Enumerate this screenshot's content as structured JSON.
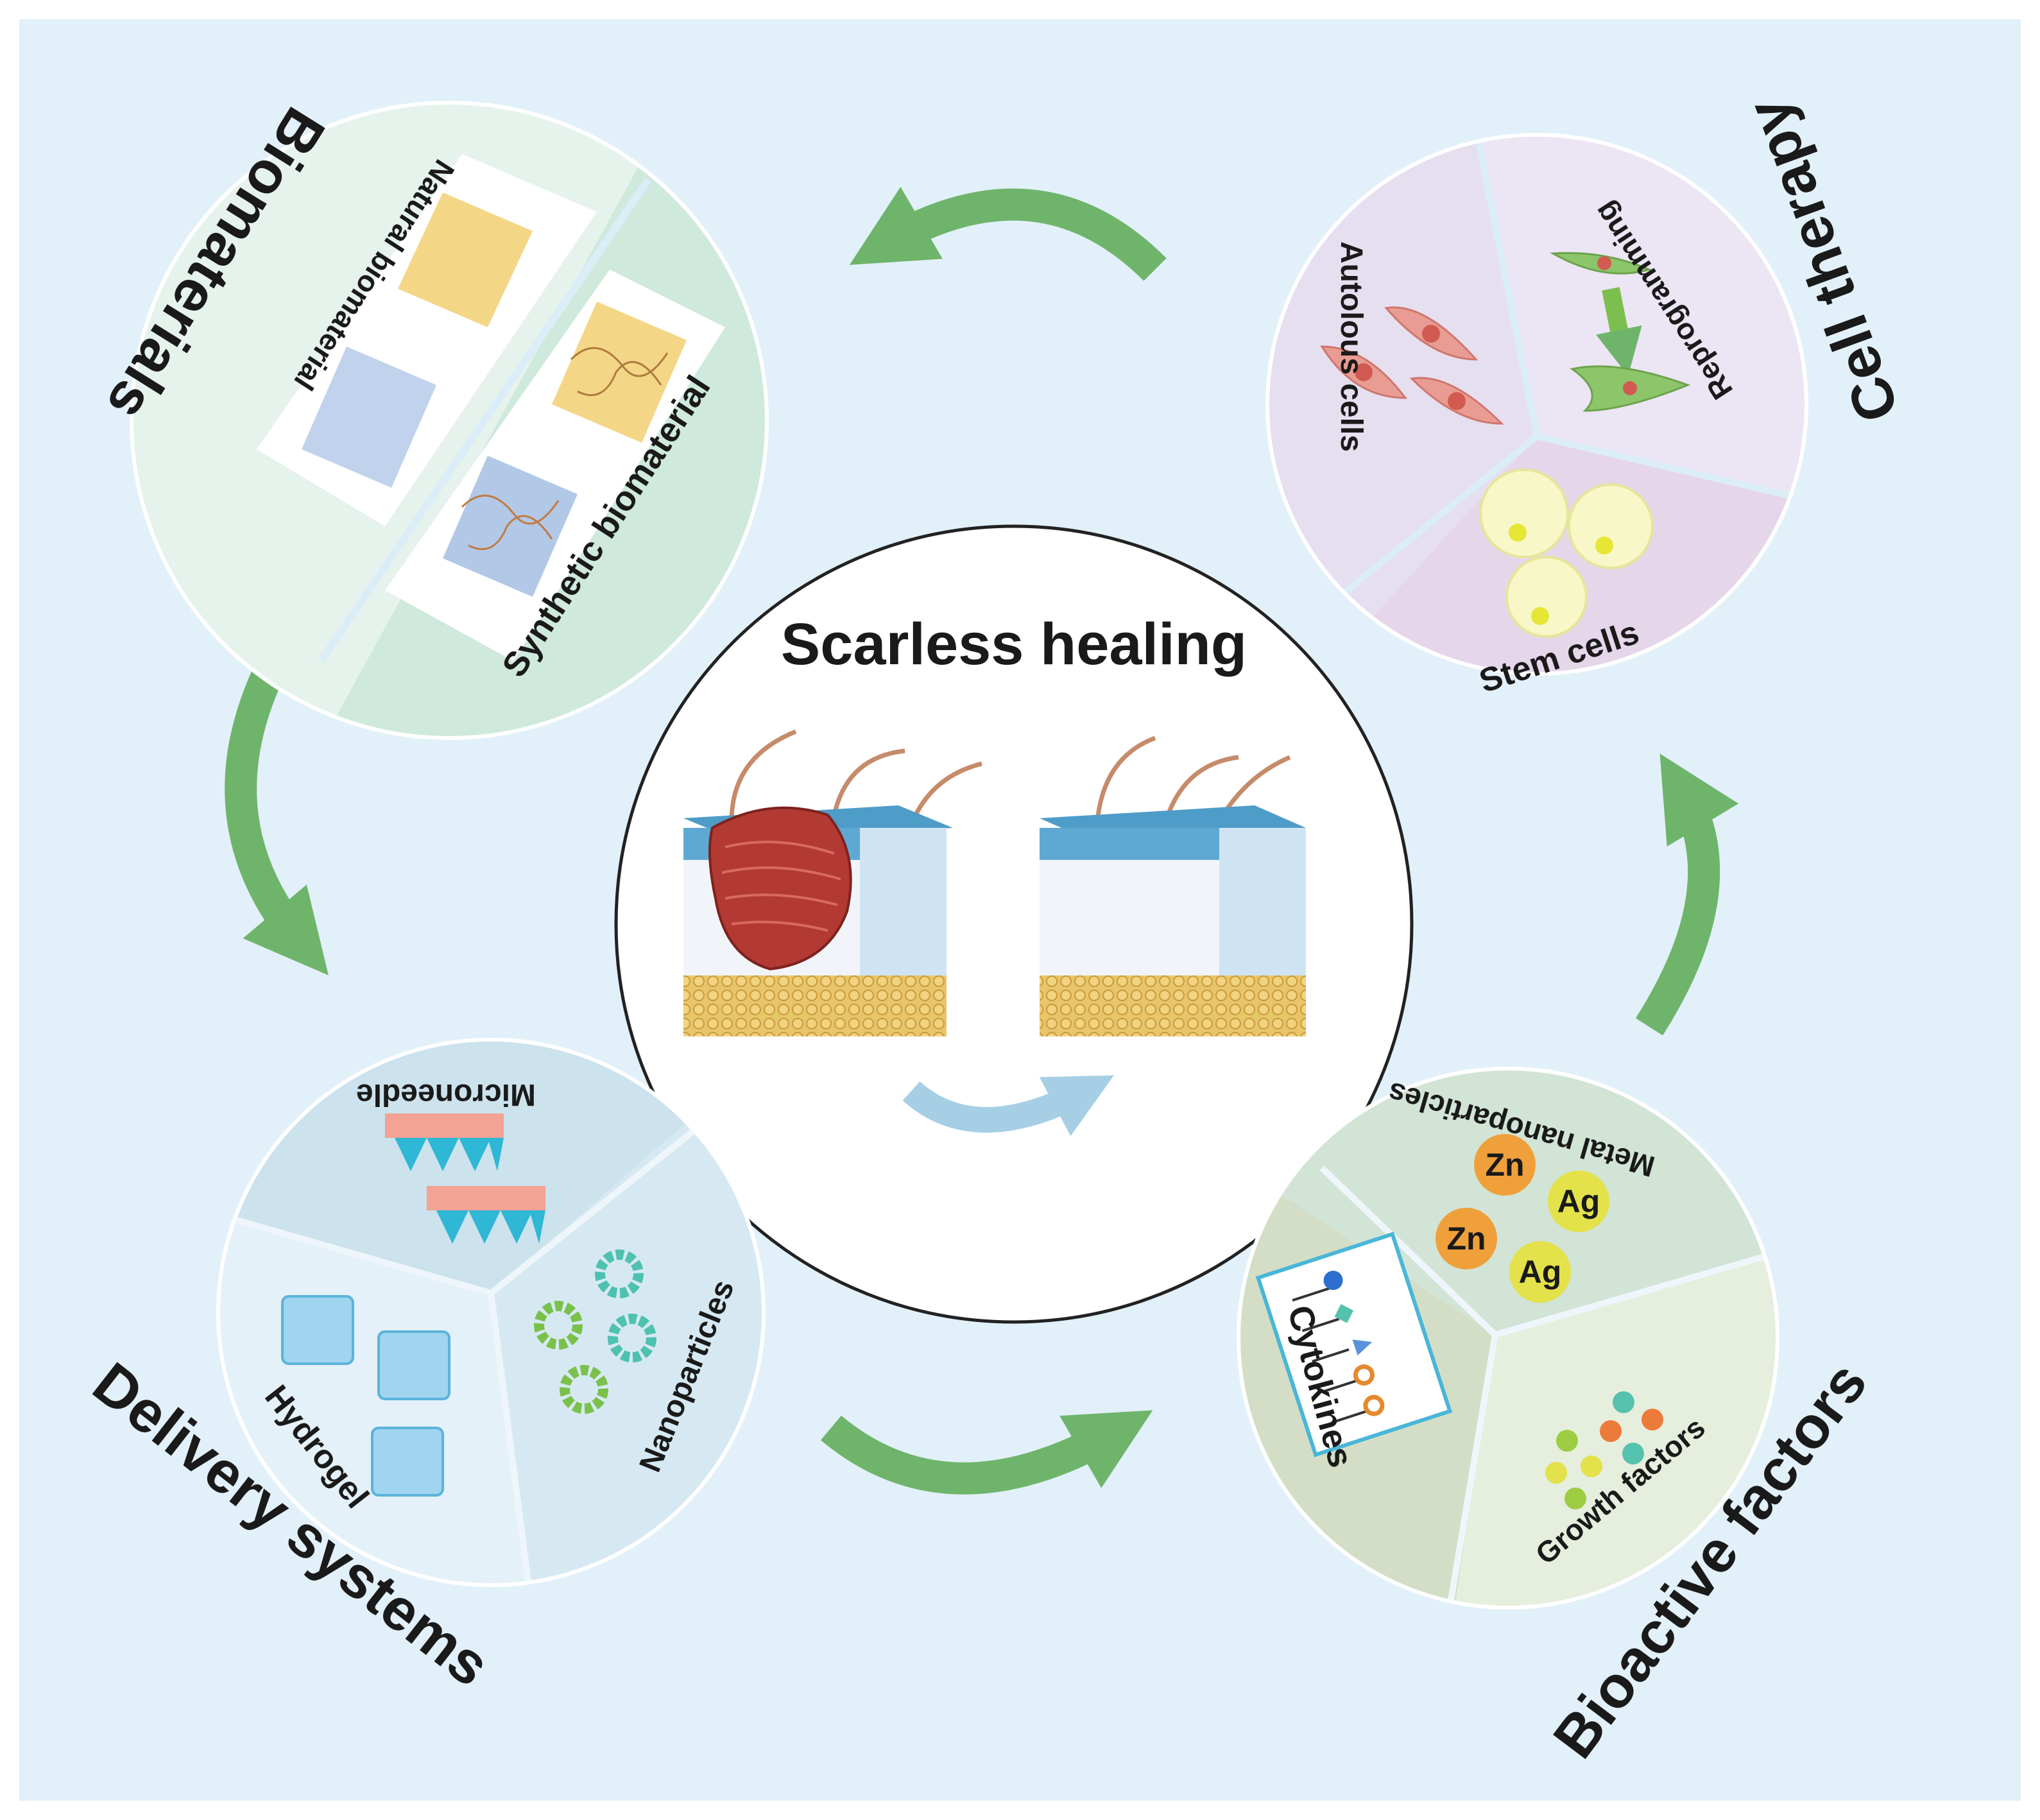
{
  "center": {
    "title": "Scarless healing"
  },
  "biomaterials": {
    "heading": "Biomaterials",
    "natural_label": "Natural biomaterial",
    "synthetic_label": "Synthetic biomaterial"
  },
  "cell_therapy": {
    "heading": "Cell therapy",
    "autologous_label": "Autolous cells",
    "reprogramming_label": "Reprogramming",
    "stem_label": "Stem cells"
  },
  "delivery_systems": {
    "heading": "Delivery systems",
    "microneedle_label": "Microneedle",
    "hydrogel_label": "Hydrogel",
    "nanoparticles_label": "Nanoparticles"
  },
  "bioactive_factors": {
    "heading": "Bioactive factors",
    "metal_label": "Metal nanoparticles",
    "cytokines_label": "Cytokines",
    "growth_label": "Growth factors",
    "zn_label": "Zn",
    "ag_label": "Ag"
  },
  "colors": {
    "background": "#e2f0f9",
    "arrow": "#6fb46b",
    "center_arrow": "#a6cfe6"
  }
}
